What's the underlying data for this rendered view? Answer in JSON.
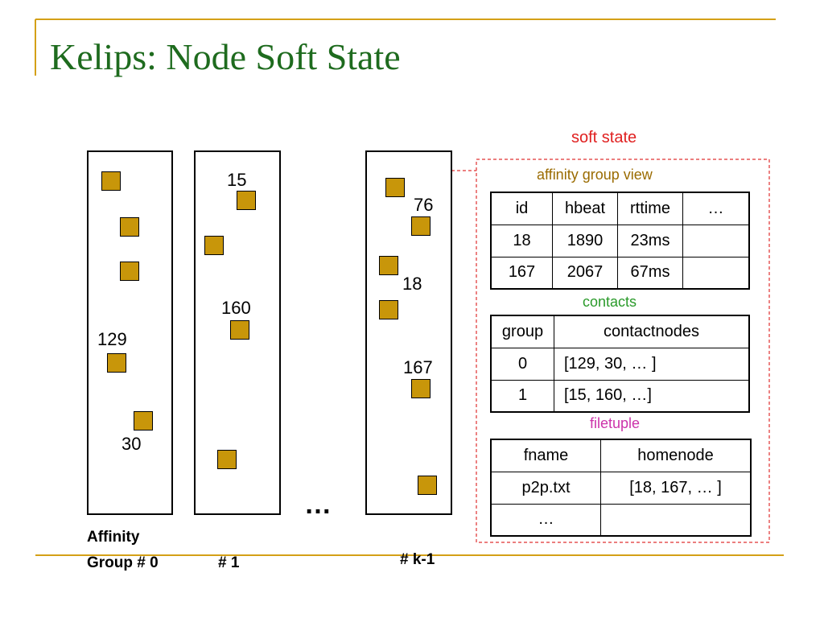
{
  "slide": {
    "title": "Kelips: Node Soft State"
  },
  "columns": [
    {
      "labels": [
        "129",
        "30"
      ]
    },
    {
      "labels": [
        "15",
        "160"
      ]
    },
    {
      "labels": [
        "76",
        "18",
        "167"
      ]
    }
  ],
  "ellipsis": "…",
  "group_labels": {
    "group0_line1": "Affinity",
    "group0_line2": "Group # 0",
    "group1": "# 1",
    "groupk": "# k-1"
  },
  "soft_state": {
    "title": "soft state",
    "affinity_view": {
      "caption": "affinity group view",
      "headers": [
        "id",
        "hbeat",
        "rttime",
        "…"
      ],
      "rows": [
        [
          "18",
          "1890",
          "23ms",
          ""
        ],
        [
          "167",
          "2067",
          "67ms",
          ""
        ]
      ]
    },
    "contacts": {
      "caption": "contacts",
      "headers": [
        "group",
        "contactnodes"
      ],
      "rows": [
        [
          "0",
          "[129, 30, … ]"
        ],
        [
          "1",
          "[15, 160, …]"
        ]
      ]
    },
    "filetuple": {
      "caption": "filetuple",
      "headers": [
        "fname",
        "homenode"
      ],
      "rows": [
        [
          "p2p.txt",
          "[18, 167, … ]"
        ],
        [
          "…",
          ""
        ]
      ]
    }
  },
  "colors": {
    "title": "#1e6b1e",
    "accent_line": "#d4a017",
    "node_fill": "#c8960a",
    "soft_state": "#e02020",
    "affinity_caption": "#9a6b00",
    "contacts_caption": "#2a9a2a",
    "filetuple_caption": "#cc33aa",
    "dashed_box": "#e03030"
  }
}
